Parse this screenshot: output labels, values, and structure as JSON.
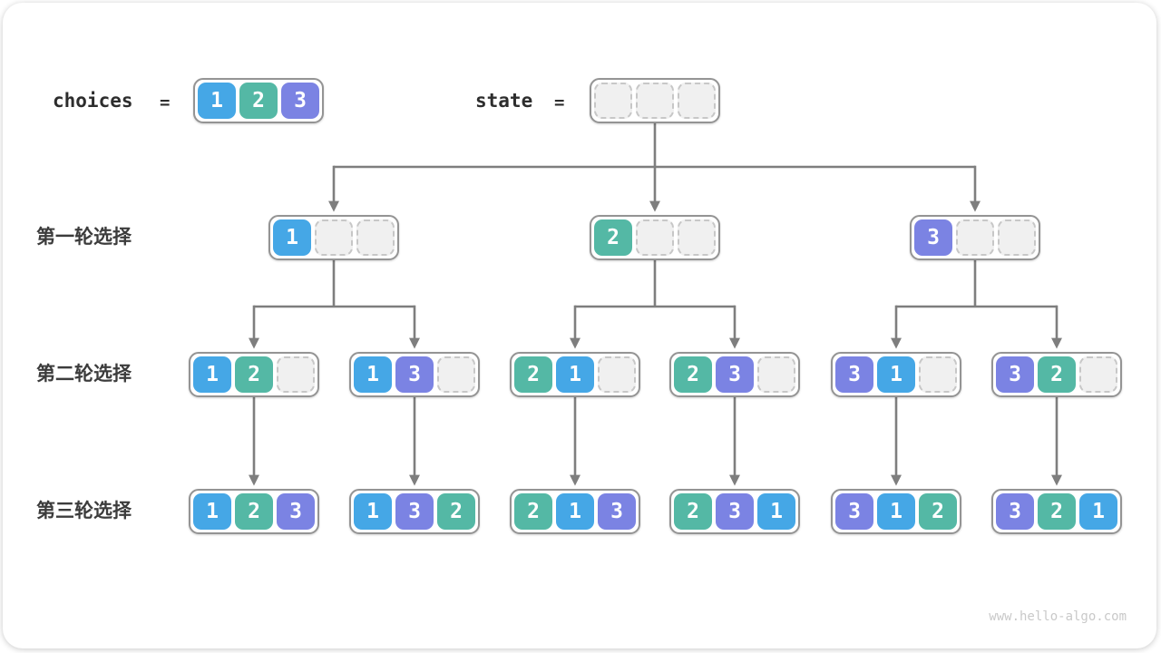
{
  "page": {
    "watermark": "www.hello-algo.com"
  },
  "colors": {
    "cell": {
      "1": "#45A7E6",
      "2": "#54B8A5",
      "3": "#7B83E3"
    },
    "empty_fill": "#F0F0F0",
    "empty_border": "#C7C7C7",
    "box_border": "#949494",
    "connector": "#7E7E7E",
    "label": "#3C3C3C",
    "watermark": "#C9C9C9"
  },
  "header": {
    "choices_label": "choices",
    "choices_equals": "=",
    "choices_cells": [
      "1",
      "2",
      "3"
    ],
    "state_label": "state",
    "state_equals": "=",
    "state_cells": [
      "",
      "",
      ""
    ]
  },
  "levels": [
    {
      "label": "第一轮选择",
      "boxes": [
        [
          "1",
          "",
          ""
        ],
        [
          "2",
          "",
          ""
        ],
        [
          "3",
          "",
          ""
        ]
      ]
    },
    {
      "label": "第二轮选择",
      "boxes": [
        [
          "1",
          "2",
          ""
        ],
        [
          "1",
          "3",
          ""
        ],
        [
          "2",
          "1",
          ""
        ],
        [
          "2",
          "3",
          ""
        ],
        [
          "3",
          "1",
          ""
        ],
        [
          "3",
          "2",
          ""
        ]
      ]
    },
    {
      "label": "第三轮选择",
      "boxes": [
        [
          "1",
          "2",
          "3"
        ],
        [
          "1",
          "3",
          "2"
        ],
        [
          "2",
          "1",
          "3"
        ],
        [
          "2",
          "3",
          "1"
        ],
        [
          "3",
          "1",
          "2"
        ],
        [
          "3",
          "2",
          "1"
        ]
      ]
    }
  ]
}
